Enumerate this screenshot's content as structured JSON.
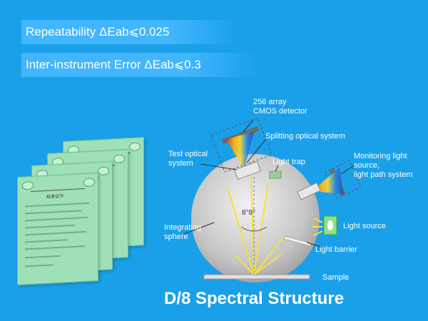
{
  "banners": {
    "repeatability": "Repeatability ΔEab⩽0.025",
    "inter_instrument": "Inter-instrument Error ΔEab⩽0.3"
  },
  "certificate": {
    "title": "校准证书"
  },
  "labels": {
    "cmos_detector": "256 array\nCMOS detector",
    "splitting_optical": "Splitting optical system",
    "test_optical": "Test optical\nsystem",
    "light_trap": "Light trap",
    "monitoring": "Monitoring light\nsource,\nlight path system",
    "integrating_sphere": "Integrating\nsphere",
    "angle_label": "8°8°",
    "light_source": "Light source",
    "light_barrier": "Light barrier",
    "sample": "Sample"
  },
  "main_title": "D/8 Spectral Structure",
  "colors": {
    "background": "#1aa0e8",
    "banner": "#42b6ff",
    "sphere": "#cfcfcf",
    "rays": "#f5e23a",
    "certificate": "#9fe0b8"
  }
}
